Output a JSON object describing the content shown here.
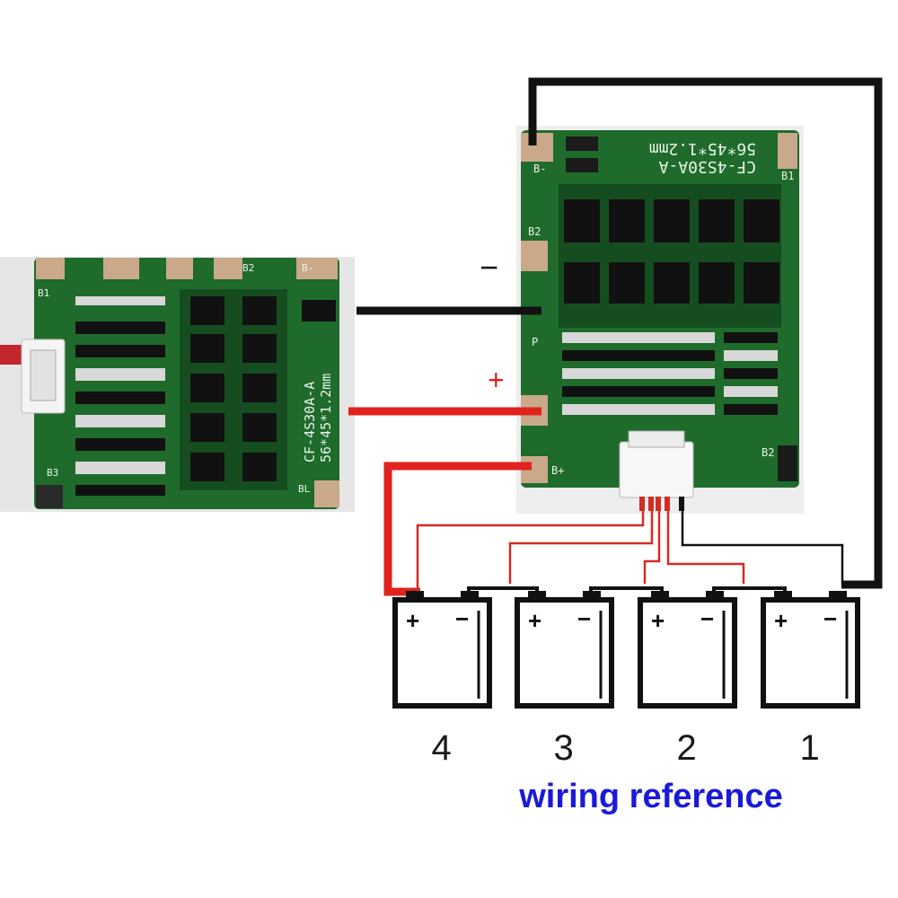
{
  "caption": "wiring reference",
  "polarity": {
    "minus": "−",
    "plus": "+"
  },
  "left_board": {
    "silk_main": "CF-4S30A-A",
    "silk_sub": "56*45*1.2mm",
    "pad_labels": [
      "B1",
      "B2",
      "B3",
      "B-",
      "BL"
    ]
  },
  "right_board": {
    "silk_main": "CF-4S30A-A",
    "silk_sub": "56*45*1.2mm",
    "pad_labels": [
      "B-",
      "B2",
      "B1",
      "P",
      "B+",
      "B2"
    ]
  },
  "cells": [
    {
      "number": "4",
      "plus": "+",
      "minus": "−"
    },
    {
      "number": "3",
      "plus": "+",
      "minus": "−"
    },
    {
      "number": "2",
      "plus": "+",
      "minus": "−"
    },
    {
      "number": "1",
      "plus": "+",
      "minus": "−"
    }
  ],
  "colors": {
    "pcb": "#1f6b2c",
    "pcb_dark": "#154d20",
    "pad": "#c9a98a",
    "wire_black": "#111111",
    "wire_red": "#e0231e",
    "caption": "#1a1ad8"
  }
}
